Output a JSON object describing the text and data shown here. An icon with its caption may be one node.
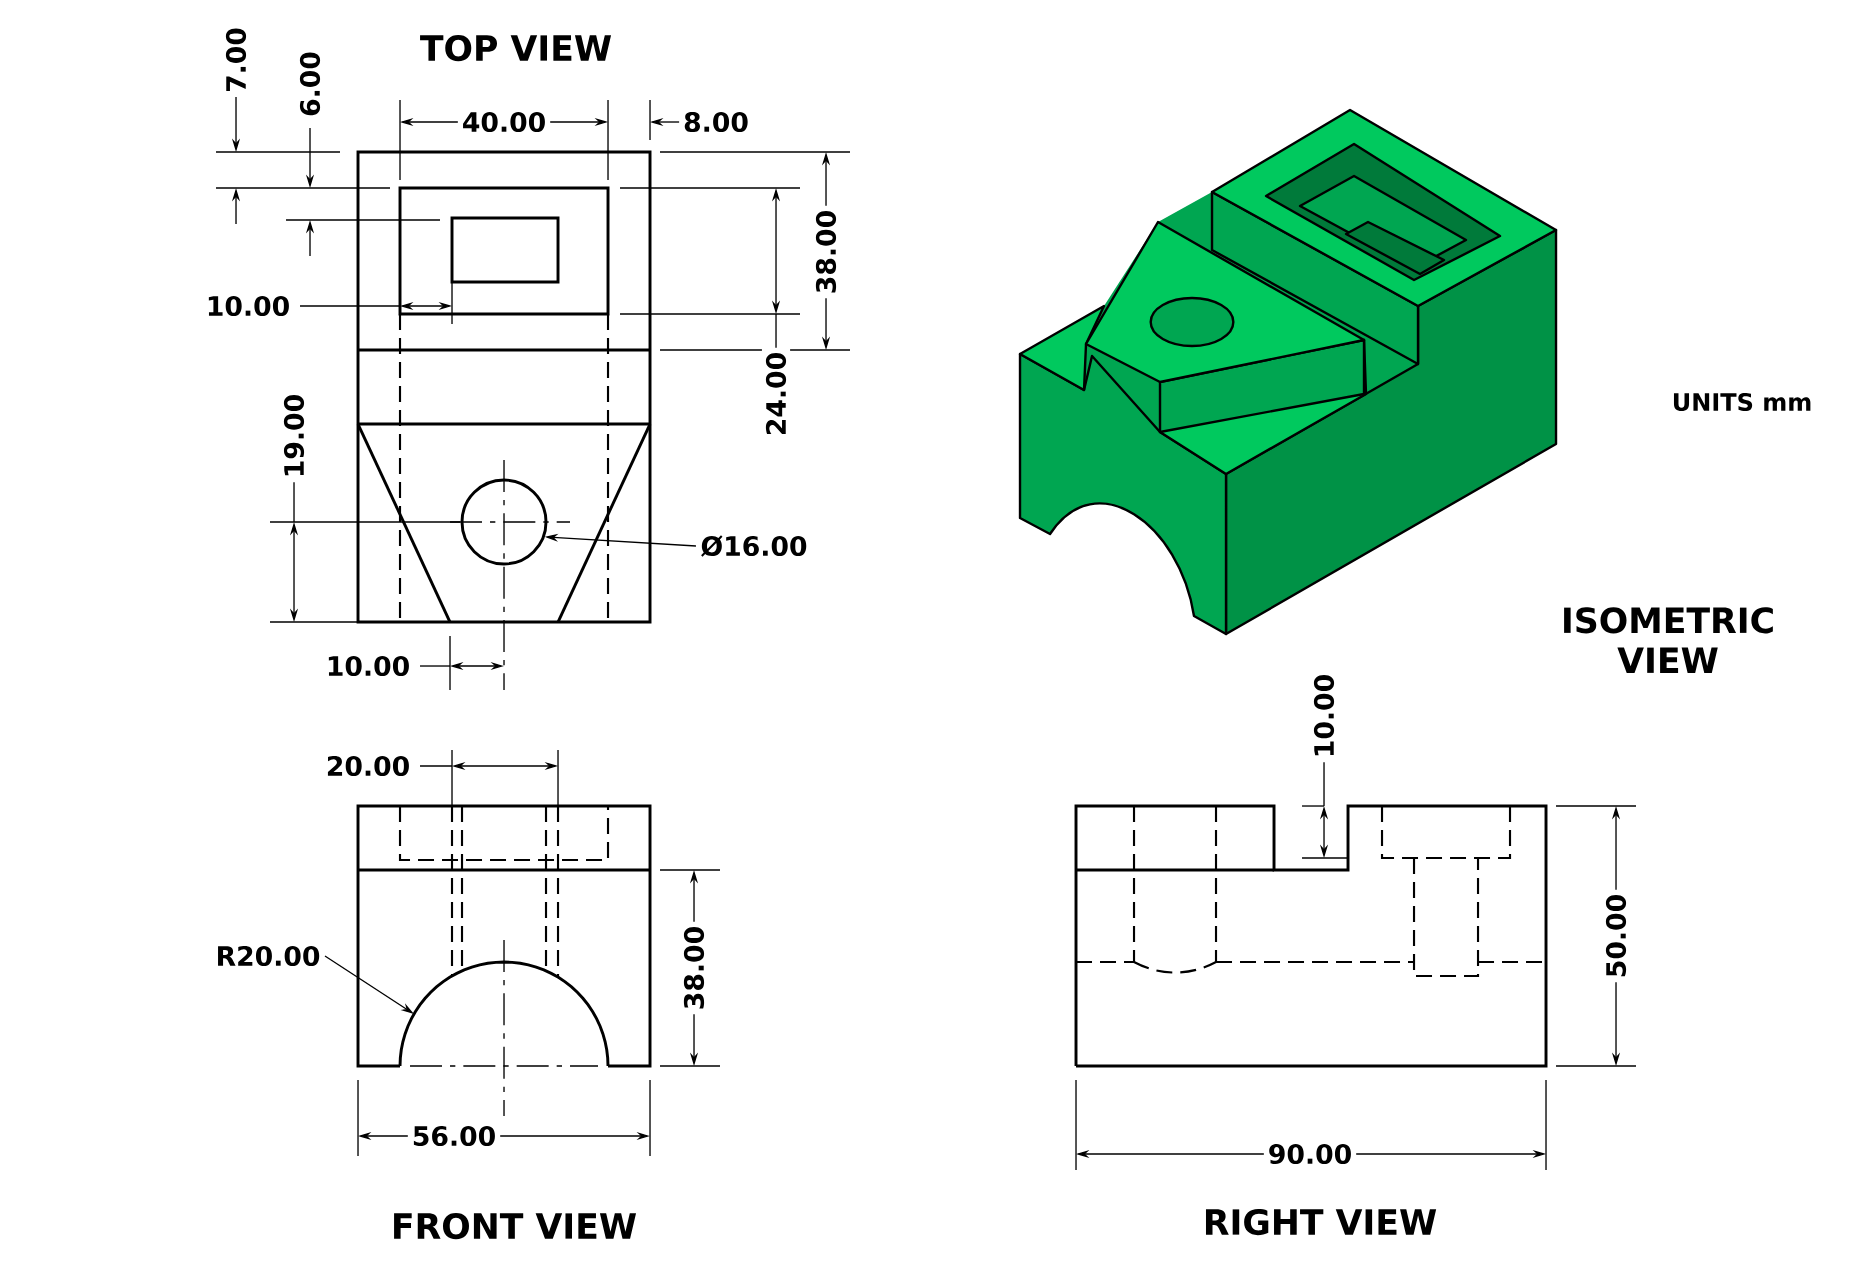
{
  "diagram": {
    "nodes": [
      {
        "text": [
          "Ø16.00"
        ]
      },
      {
        "text": [],
        "shape": "circle"
      },
      {
        "text": [
          "R20.00"
        ]
      },
      {
        "text": [],
        "shape": "arc"
      }
    ],
    "edges": [
      {
        "from": 0,
        "to": 1,
        "arrow": "to"
      },
      {
        "from": 2,
        "to": 3,
        "arrow": "to"
      }
    ],
    "labels": [
      "TOP VIEW",
      "7.00",
      "6.00",
      "40.00",
      "8.00",
      "10.00",
      "38.00",
      "24.00",
      "19.00",
      "10.00",
      "UNITS mm",
      "ISOMETRIC VIEW",
      "20.00",
      "10.00",
      "38.00",
      "50.00",
      "56.00",
      "90.00",
      "FRONT VIEW",
      "RIGHT VIEW"
    ]
  }
}
